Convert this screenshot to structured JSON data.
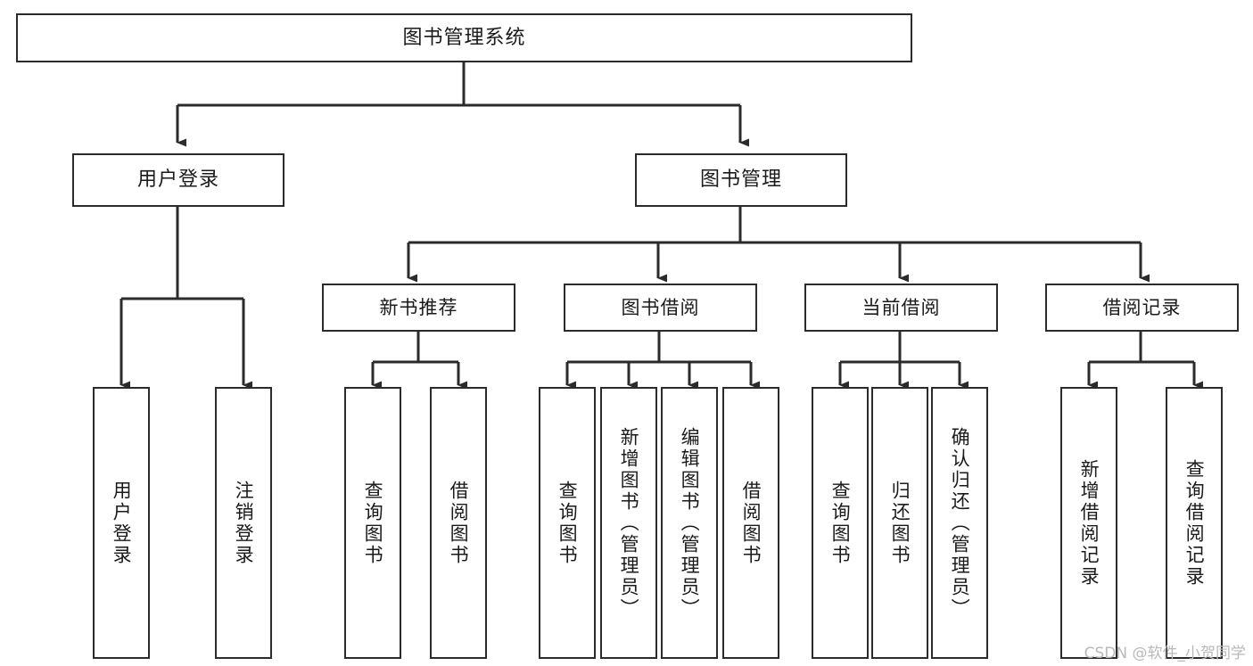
{
  "diagram": {
    "title": "图书管理系统",
    "type": "functional-decomposition-tree",
    "watermark": "CSDN @软件_小贺同学",
    "colors": {
      "box_border": "#2b2b2b",
      "box_fill": "#ffffff",
      "edge": "#2b2b2b",
      "text": "#1a1a1a",
      "watermark": "#b9b9b9",
      "background": "#ffffff"
    },
    "nodes": {
      "root": {
        "label": "图书管理系统"
      },
      "level1": [
        {
          "id": "user-login",
          "label": "用户登录"
        },
        {
          "id": "book-management",
          "label": "图书管理"
        }
      ],
      "level2": [
        {
          "id": "new-book-recommend",
          "label": "新书推荐"
        },
        {
          "id": "book-borrow",
          "label": "图书借阅"
        },
        {
          "id": "current-borrow",
          "label": "当前借阅"
        },
        {
          "id": "borrow-record",
          "label": "借阅记录"
        }
      ],
      "leaves": {
        "user-login": [
          {
            "id": "leaf-user-login",
            "label": "用户登录"
          },
          {
            "id": "leaf-user-logout",
            "label": "注销登录"
          }
        ],
        "new-book-recommend": [
          {
            "id": "leaf-query-book-1",
            "label": "查询图书"
          },
          {
            "id": "leaf-borrow-book-1",
            "label": "借阅图书"
          }
        ],
        "book-borrow": [
          {
            "id": "leaf-query-book-2",
            "label": "查询图书"
          },
          {
            "id": "leaf-add-book",
            "label": "新增图书（管理员）"
          },
          {
            "id": "leaf-edit-book",
            "label": "编辑图书（管理员）"
          },
          {
            "id": "leaf-borrow-book-2",
            "label": "借阅图书"
          }
        ],
        "current-borrow": [
          {
            "id": "leaf-query-book-3",
            "label": "查询图书"
          },
          {
            "id": "leaf-return-book",
            "label": "归还图书"
          },
          {
            "id": "leaf-confirm-return",
            "label": "确认归还（管理员）"
          }
        ],
        "borrow-record": [
          {
            "id": "leaf-add-record",
            "label": "新增借阅记录"
          },
          {
            "id": "leaf-query-record",
            "label": "查询借阅记录"
          }
        ]
      }
    }
  }
}
